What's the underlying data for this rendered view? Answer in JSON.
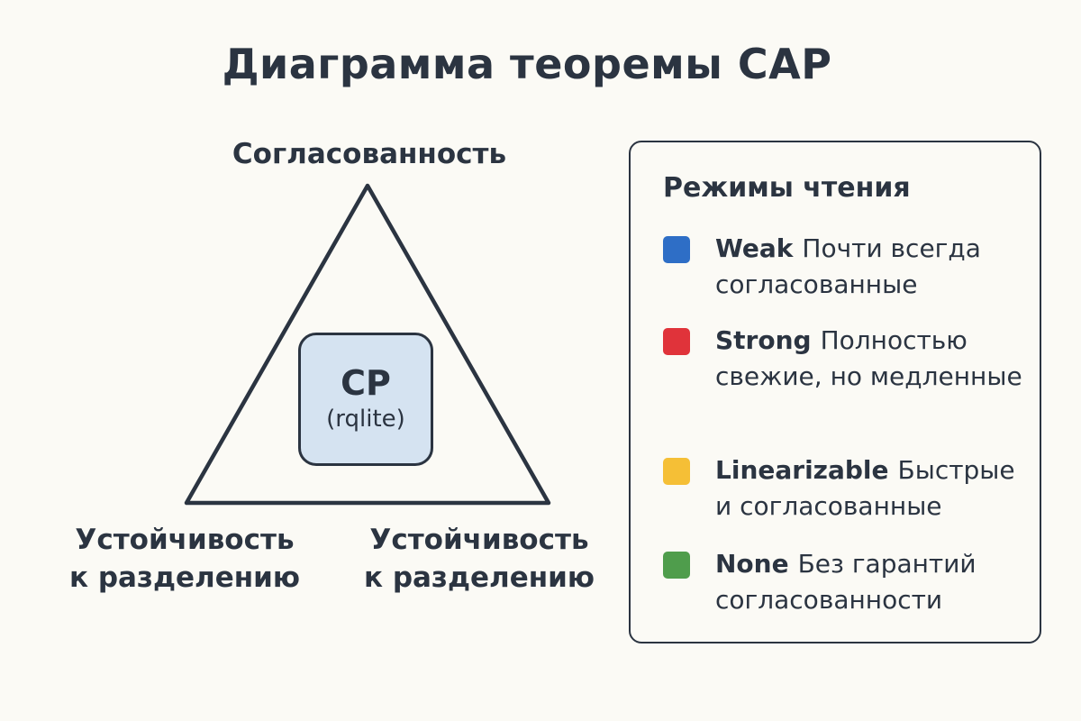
{
  "title": "Диаграмма теоремы CAP",
  "triangle": {
    "top_label": "Согласованность",
    "bottom_left_label": [
      "Устойчивость",
      "к разделению"
    ],
    "bottom_right_label": [
      "Устойчивость",
      "к разделению"
    ],
    "center": {
      "main": "CP",
      "sub": "(rqlite)",
      "color": "#d5e3f1"
    }
  },
  "legend": {
    "title": "Режимы чтения",
    "items": [
      {
        "name": "Weak",
        "description": "Почти всегда согласованные",
        "color": "#2e6ec6"
      },
      {
        "name": "Strong",
        "description": "Полностью свежие, но медленные",
        "color": "#e0333a"
      },
      {
        "name": "Linearizable",
        "description": "Быстрые и согласованные",
        "color": "#f5bf36"
      },
      {
        "name": "None",
        "description": "Без гарантий согласованности",
        "color": "#4f9d4c"
      }
    ]
  }
}
